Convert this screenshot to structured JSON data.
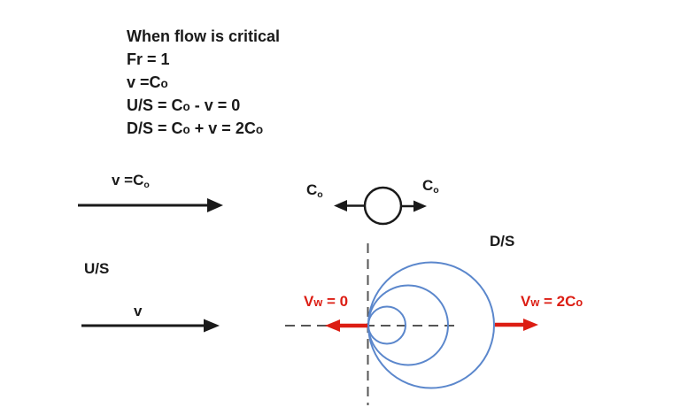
{
  "colors": {
    "ink": "#1a1a1a",
    "red": "#dc1d13",
    "blue": "#5b87cc",
    "dash": "#555555",
    "bg": "#ffffff"
  },
  "notes": {
    "heading": "When flow is critical",
    "line_fr": [
      {
        "t": "Fr = 1"
      }
    ],
    "line_v": [
      {
        "t": "v ="
      },
      {
        "t": "C"
      },
      {
        "t": "o",
        "s": true
      }
    ],
    "line_us": [
      {
        "t": "U/S = C"
      },
      {
        "t": "o",
        "s": true
      },
      {
        "t": " - v = 0"
      }
    ],
    "line_ds": [
      {
        "t": "D/S = C"
      },
      {
        "t": "o",
        "s": true
      },
      {
        "t": " + v = 2C"
      },
      {
        "t": "o",
        "s": true
      }
    ]
  },
  "labels": {
    "flow_velocity": [
      {
        "t": "v ="
      },
      {
        "t": "C"
      },
      {
        "t": "o",
        "sub": true
      }
    ],
    "wave_speed_left": [
      {
        "t": "C"
      },
      {
        "t": "o",
        "sub": true
      }
    ],
    "wave_speed_right": [
      {
        "t": "C"
      },
      {
        "t": "o",
        "sub": true
      }
    ],
    "upstream": "U/S",
    "downstream": "D/S",
    "velocity": "v",
    "wavefront_left": [
      {
        "t": "V"
      },
      {
        "t": "w",
        "s": true
      },
      {
        "t": " = 0"
      }
    ],
    "wavefront_right": [
      {
        "t": "V"
      },
      {
        "t": "w",
        "s": true
      },
      {
        "t": " = 2C"
      },
      {
        "t": "o",
        "s": true
      }
    ]
  }
}
